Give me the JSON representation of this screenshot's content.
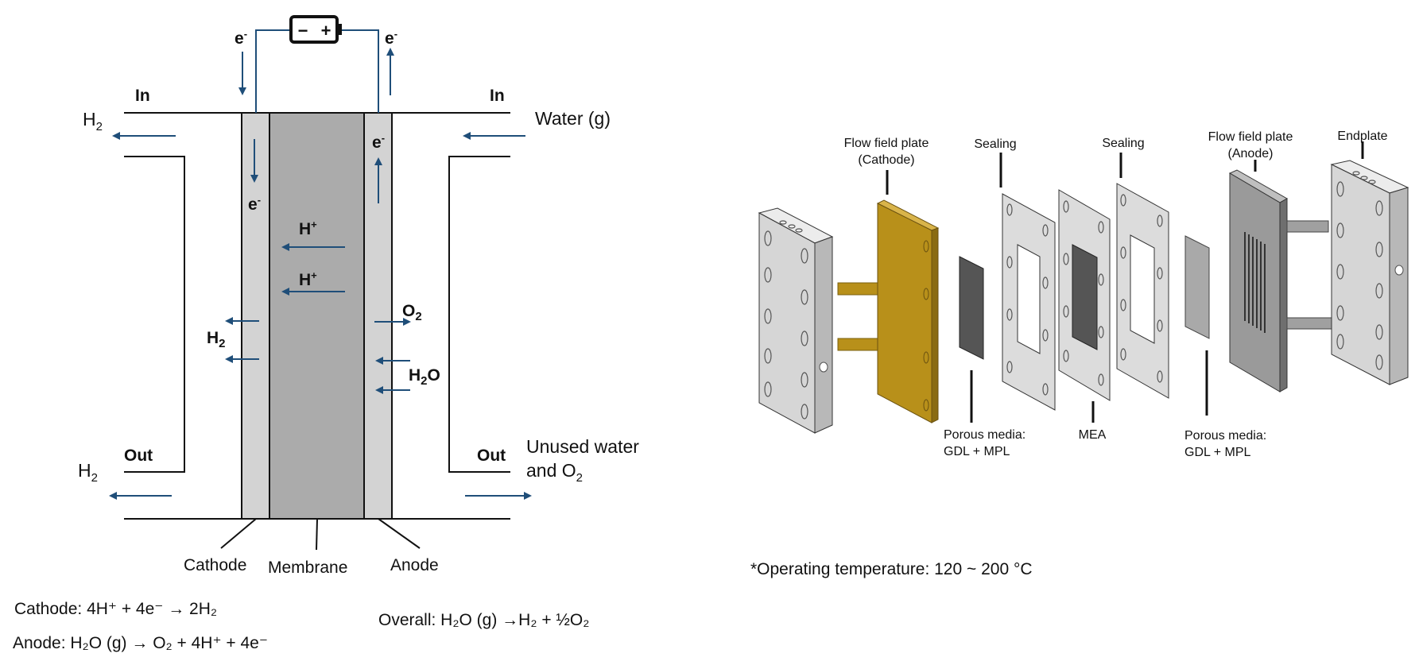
{
  "cell": {
    "in_left": "In",
    "in_right": "In",
    "out_left": "Out",
    "out_right": "Out",
    "h2_top": "H",
    "h2_top_sub": "2",
    "h2_bottom": "H",
    "h2_bottom_sub": "2",
    "water_in": "Water (g)",
    "unused_line1": "Unused water",
    "unused_line2": "and O",
    "unused_line2_sub": "2",
    "e_top_left": "e",
    "e_top_right": "e",
    "e_cathode": "e",
    "e_anode": "e",
    "e_sup": "-",
    "hplus_1": "H",
    "hplus_2": "H",
    "hplus_sup": "+",
    "o2": "O",
    "o2_sub": "2",
    "h2_mid": "H",
    "h2_mid_sub": "2",
    "h2o_h": "H",
    "h2o_sub": "2",
    "h2o_o": "O",
    "battery_minus": "−",
    "battery_plus": "+",
    "cathode_label": "Cathode",
    "membrane_label": "Membrane",
    "anode_label": "Anode"
  },
  "equations": {
    "cathode": "Cathode: 4H⁺  + 4e⁻ → 2H₂",
    "anode": "Anode: H₂O (g) → O₂ + 4H⁺ + 4e⁻",
    "overall": "Overall: H₂O (g) →H₂ + ½O₂"
  },
  "assembly": {
    "flow_field_cathode_1": "Flow field plate",
    "flow_field_cathode_2": "(Cathode)",
    "sealing_1": "Sealing",
    "sealing_2": "Sealing",
    "flow_field_anode_1": "Flow field plate",
    "flow_field_anode_2": "(Anode)",
    "endplate": "Endplate",
    "porous_1_line1": "Porous media:",
    "porous_1_line2": "GDL + MPL",
    "mea": "MEA",
    "porous_2_line1": "Porous media:",
    "porous_2_line2": "GDL + MPL"
  },
  "note": "*Operating temperature: 120 ~ 200 °C",
  "colors": {
    "arrow": "#1f4e79",
    "electrode": "#d3d3d3",
    "membrane": "#ababab",
    "cathode_plate": "#b8901a"
  }
}
